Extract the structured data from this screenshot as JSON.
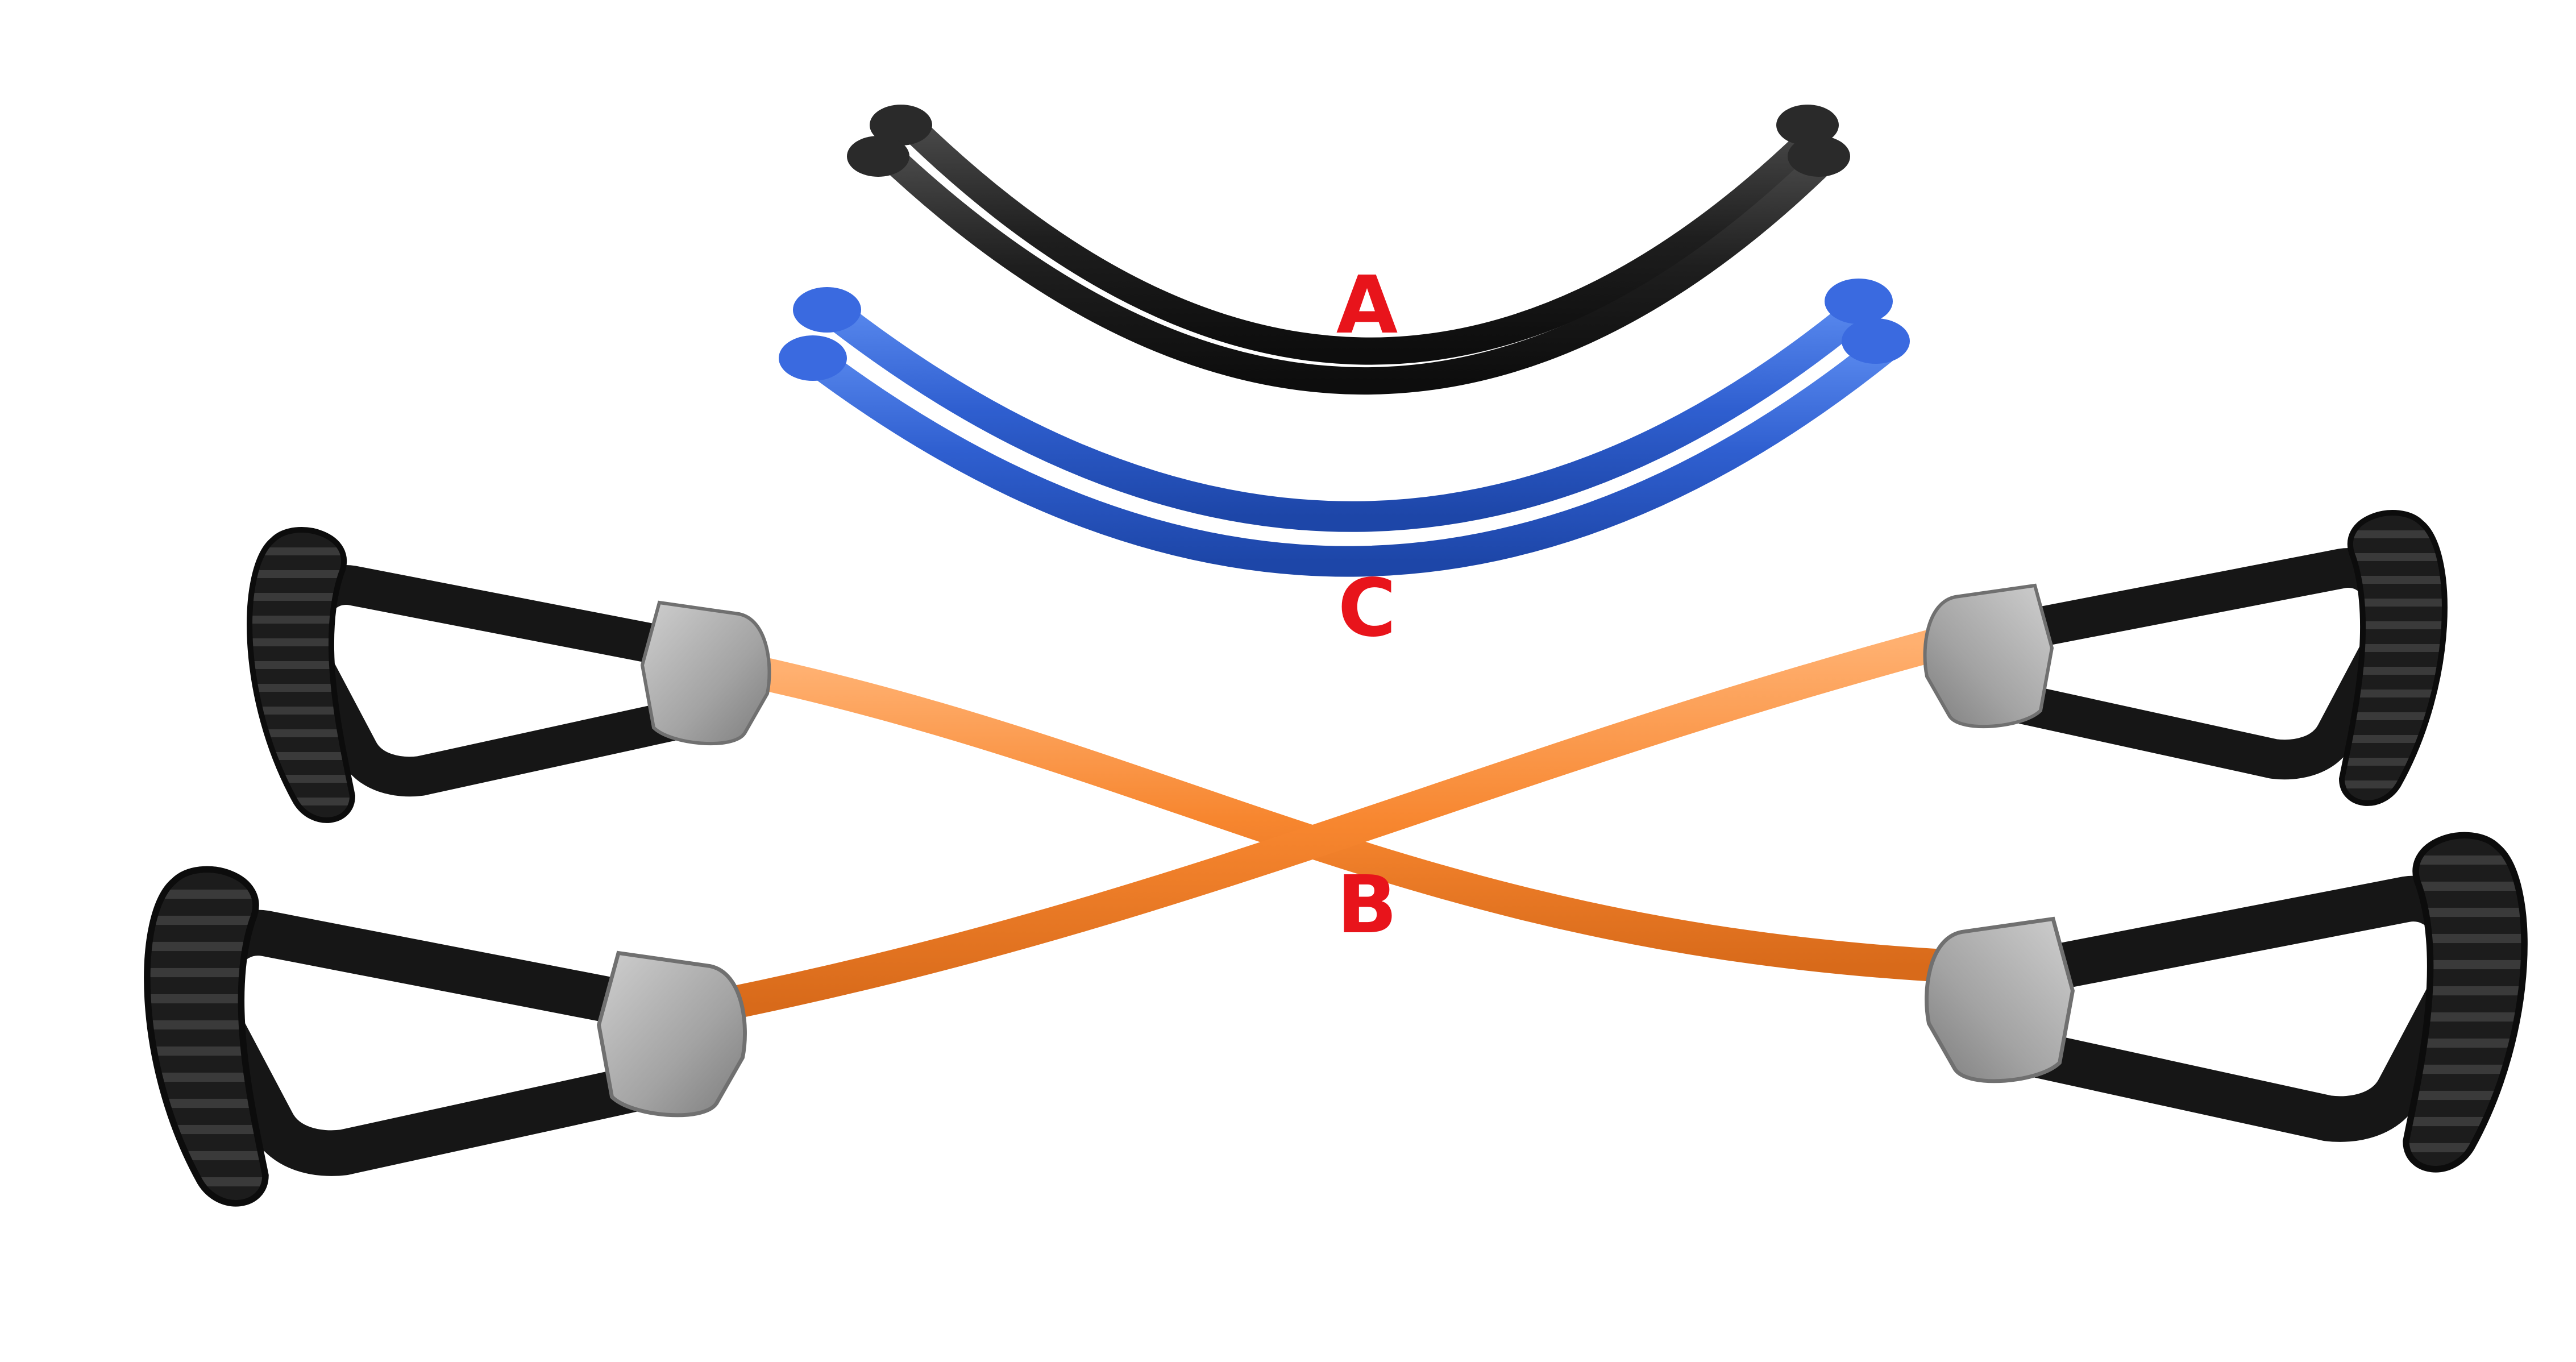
{
  "labels": {
    "a": "A",
    "b": "B",
    "c": "C"
  },
  "colors": {
    "background": "#ffffff",
    "label": "#e8141b",
    "tube_a": "#262626",
    "tube_b": "#f7862f",
    "tube_c": "#3467d6",
    "handle": "#1c1c1c",
    "strap": "#1a1a1a",
    "connector": "#a7a7a7"
  },
  "items": [
    {
      "id": "tube-a",
      "color_name": "black",
      "icon": "resistance-tube"
    },
    {
      "id": "tube-b",
      "color_name": "orange",
      "icon": "resistance-tube-with-handles"
    },
    {
      "id": "tube-c",
      "color_name": "blue",
      "icon": "resistance-tube"
    }
  ]
}
